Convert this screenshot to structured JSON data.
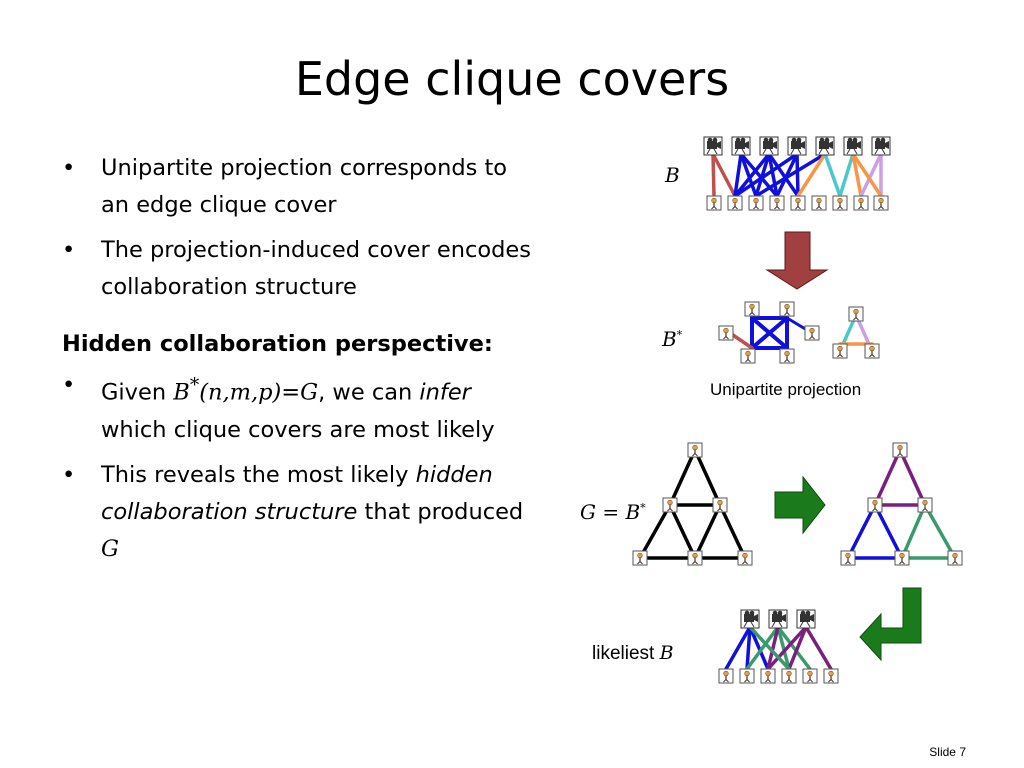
{
  "title": "Edge clique covers",
  "bullets_top": [
    "Unipartite projection corresponds to an edge clique cover",
    "The projection-induced cover encodes collaboration structure"
  ],
  "heading": "Hidden collaboration perspective:",
  "bullet3": {
    "before": "Given ",
    "math_b": "B",
    "math_sup": "*",
    "math_args": "(n,m,p)",
    "equals": "=",
    "math_g": "G",
    "mid": ", we can ",
    "emph": "infer",
    "after": " which clique covers are most likely"
  },
  "bullet4": {
    "before": "This reveals the most likely ",
    "emph": "hidden collaboration structure",
    "mid": " that produced ",
    "math_g": "G"
  },
  "figure": {
    "label_b": "B",
    "label_bstar": "B",
    "label_bstar_sup": "*",
    "caption_projection": "Unipartite projection",
    "label_g_eq": "G = B",
    "label_g_eq_sup": "*",
    "caption_likeliest": "likeliest ",
    "caption_likeliest_b": "B",
    "colors": {
      "red": "#c0504d",
      "blue": "#1010dd",
      "orange": "#f79646",
      "teal": "#4bc8c8",
      "violet": "#c9a0e8",
      "purple": "#7b1f7f",
      "green": "#3a9a6e",
      "black": "#000000",
      "arrow_down": "#a04040",
      "arrow_green": "#1b7a1b"
    }
  },
  "slide_number": "Slide 7"
}
